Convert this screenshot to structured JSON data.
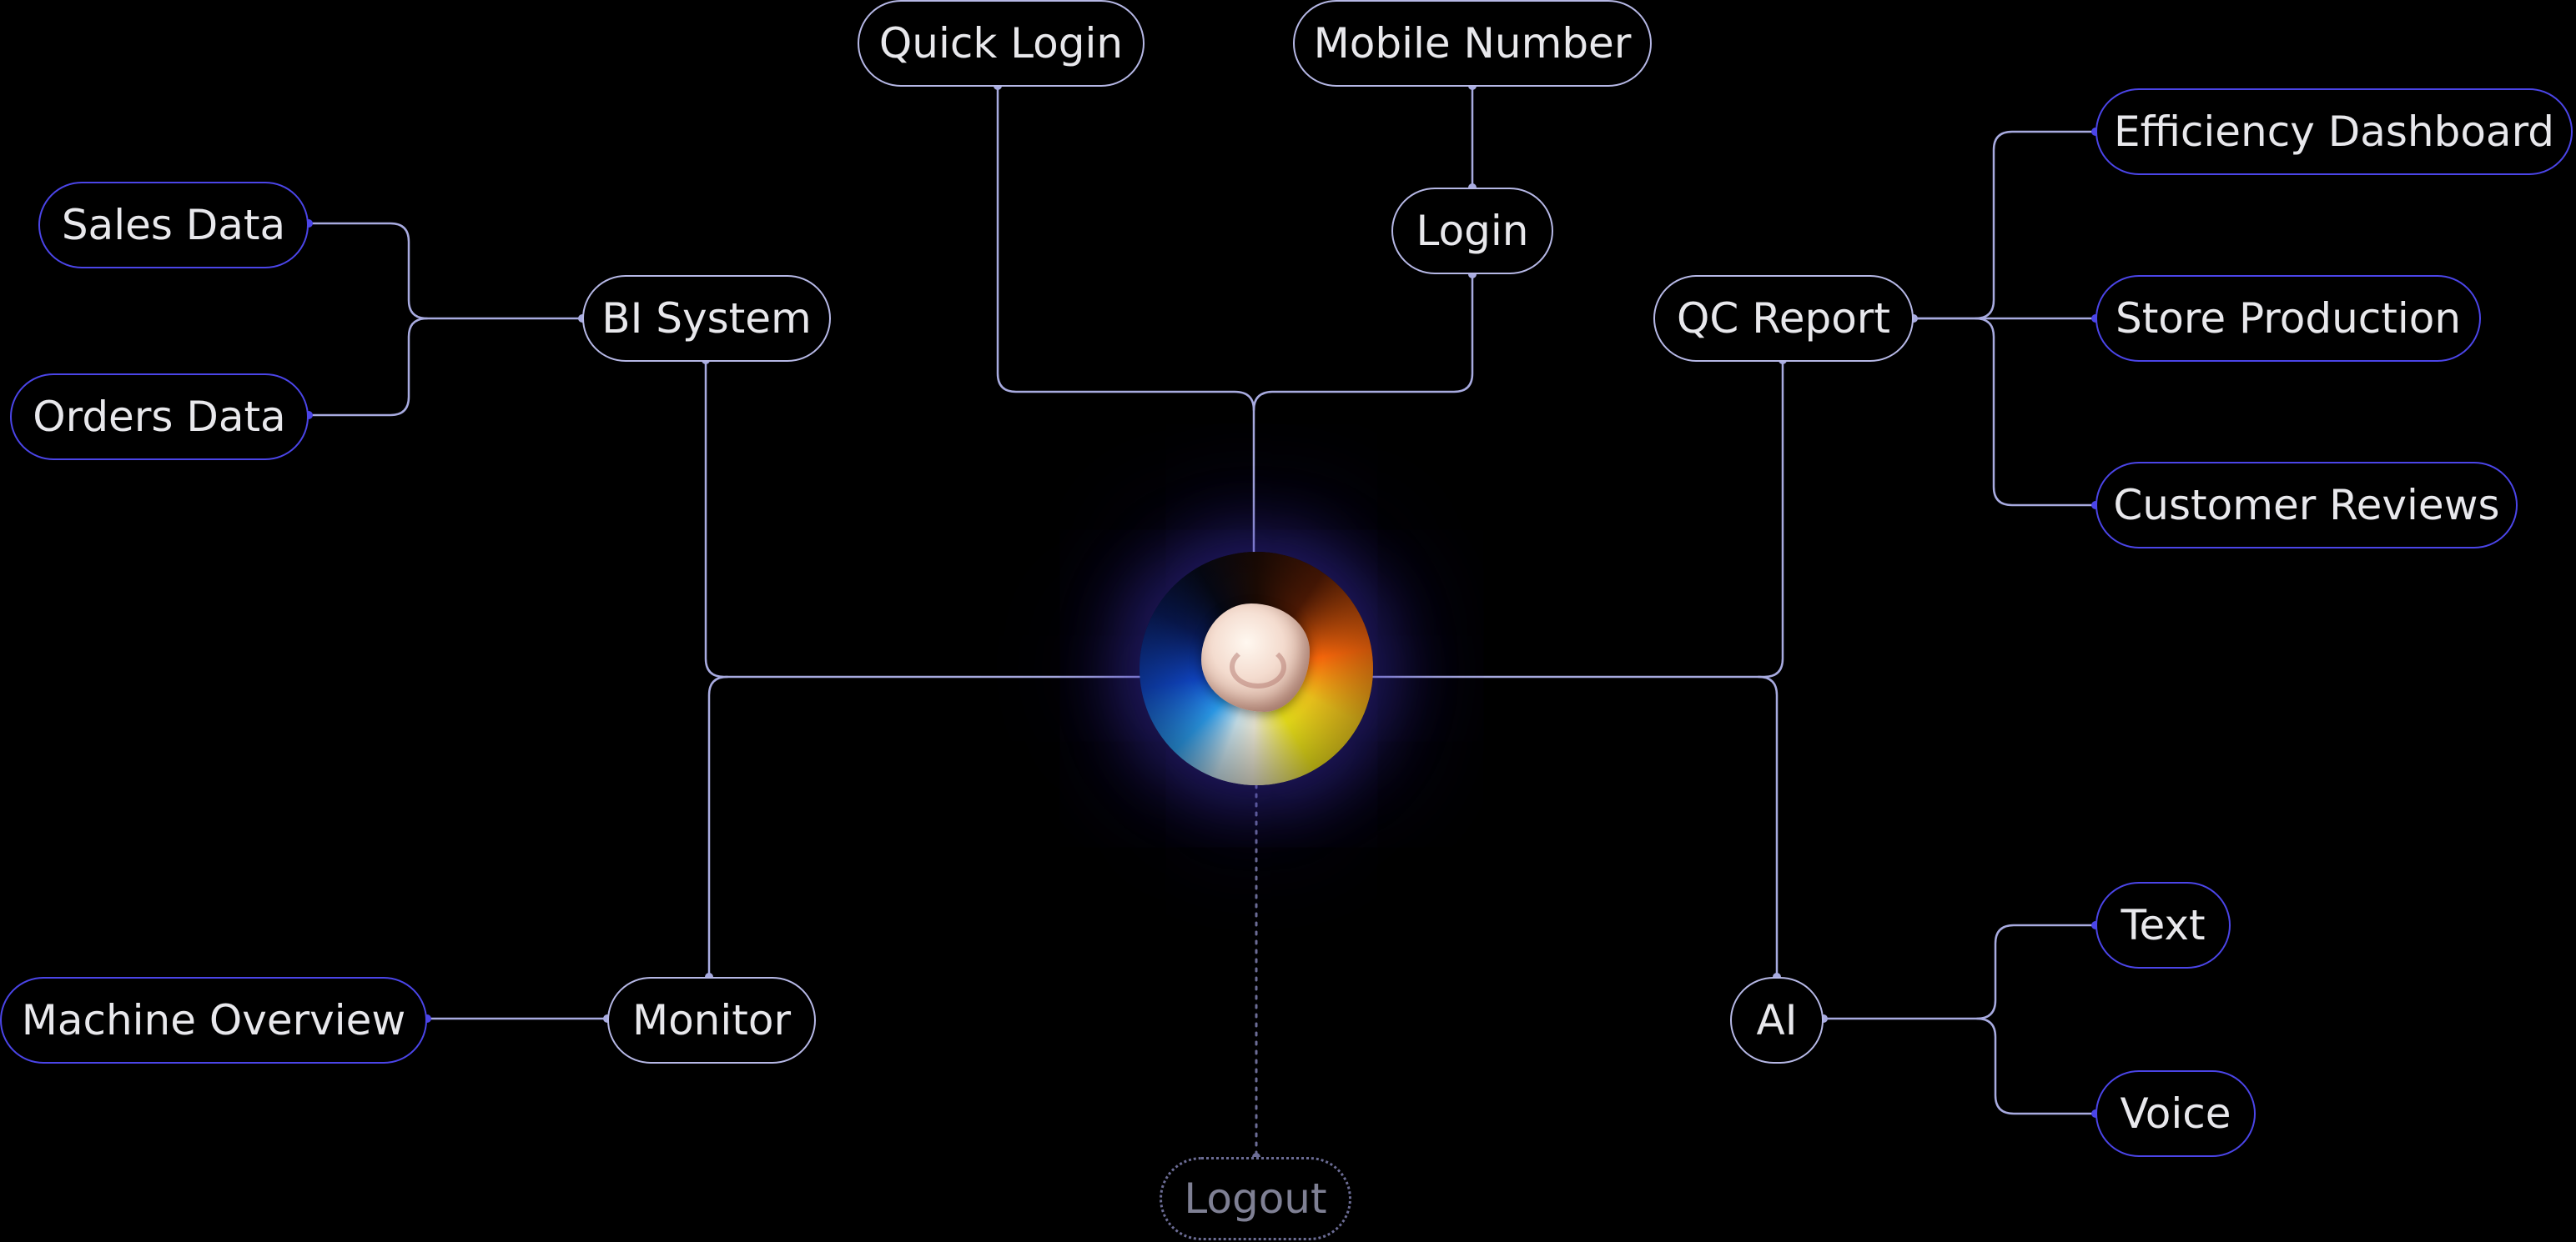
{
  "nodes": {
    "quick_login": "Quick Login",
    "mobile_number": "Mobile Number",
    "login": "Login",
    "sales_data": "Sales Data",
    "orders_data": "Orders Data",
    "bi_system": "BI System",
    "qc_report": "QC Report",
    "efficiency_dashboard": "Efficiency Dashboard",
    "store_production": "Store Production",
    "customer_reviews": "Customer Reviews",
    "machine_overview": "Machine Overview",
    "monitor": "Monitor",
    "ai": "AI",
    "text": "Text",
    "voice": "Voice",
    "logout": "Logout"
  },
  "colors": {
    "background": "#000000",
    "connector": "#a8abe0",
    "leaf_border": "#4b45e8",
    "primary_border": "#b6b8e6",
    "logout_border": "#6c6d96"
  },
  "icons": {
    "hub": "colorful-orb-logo-icon"
  }
}
